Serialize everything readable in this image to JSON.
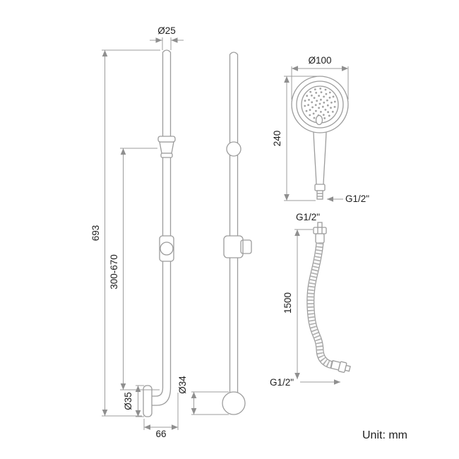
{
  "colors": {
    "line_gray": "#9c9c9c",
    "text_dark": "#1e1e1e"
  },
  "unit_note": "Unit: mm",
  "slide_rail": {
    "front_view": {
      "rail_diameter": "Ø25",
      "total_height": "693",
      "adjustable_range": "300-670",
      "flange_diameter": "Ø35",
      "base_offset": "66"
    },
    "side_view": {
      "base_diameter": "Ø34"
    }
  },
  "hand_shower": {
    "head_diameter": "Ø100",
    "length": "240",
    "connection": "G1/2\""
  },
  "hose": {
    "top_connection": "G1/2\"",
    "length": "1500",
    "bottom_connection": "G1/2\""
  }
}
